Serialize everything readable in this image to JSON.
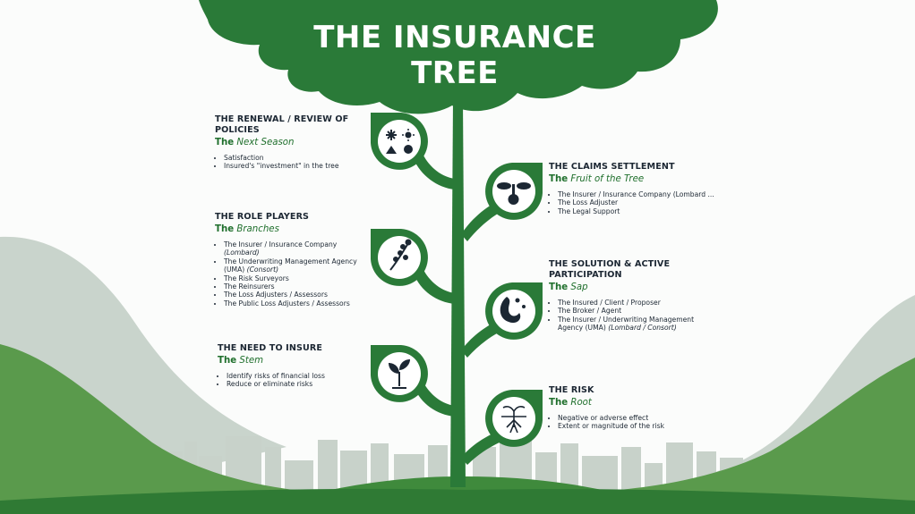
{
  "title": {
    "line1": "THE INSURANCE",
    "line2": "TREE"
  },
  "colors": {
    "tree_green": "#2a7a38",
    "text_dark": "#1c2733",
    "accent_green": "#1f6f2c",
    "hill_light": "#c9d4cc",
    "ground_green": "#5a9a4c"
  },
  "sections": {
    "renewal": {
      "heading": "THE RENEWAL / REVIEW OF POLICIES",
      "sub_prefix": "The",
      "sub_italic": "Next Season",
      "icon": "seasons-icon",
      "items": [
        "Satisfaction",
        "Insured's \"investment\" in the tree"
      ]
    },
    "claims": {
      "heading": "THE CLAIMS SETTLEMENT",
      "sub_prefix": "The",
      "sub_italic": "Fruit of the Tree",
      "icon": "fruit-tree-icon",
      "items": [
        "The Insurer / Insurance Company (Lombard ...",
        "The Loss Adjuster",
        "The Legal Support"
      ]
    },
    "role_players": {
      "heading": "THE ROLE PLAYERS",
      "sub_prefix": "The",
      "sub_italic": "Branches",
      "icon": "branch-icon",
      "items": [
        {
          "text": "The Insurer / Insurance Company",
          "italic": "(Lombard)"
        },
        {
          "text": "The Underwriting Management Agency (UMA)",
          "italic": "(Consort)"
        },
        {
          "text": "The Risk Surveyors",
          "italic": ""
        },
        {
          "text": "The Reinsurers",
          "italic": ""
        },
        {
          "text": "The Loss Adjusters / Assessors",
          "italic": ""
        },
        {
          "text": "The Public Loss Adjusters / Assessors",
          "italic": ""
        }
      ]
    },
    "solution": {
      "heading": "THE SOLUTION & ACTIVE PARTICIPATION",
      "sub_prefix": "The",
      "sub_italic": "Sap",
      "icon": "sap-drop-icon",
      "items": [
        {
          "text": "The Insured / Client / Proposer",
          "italic": ""
        },
        {
          "text": "The Broker / Agent",
          "italic": ""
        },
        {
          "text": "The Insurer / Underwriting Management Agency (UMA)",
          "italic": "(Lombard / Consort)"
        }
      ]
    },
    "need": {
      "heading": "THE NEED TO INSURE",
      "sub_prefix": "The",
      "sub_italic": "Stem",
      "icon": "sprout-icon",
      "items": [
        "Identify risks of financial loss",
        "Reduce or eliminate risks"
      ]
    },
    "risk": {
      "heading": "THE RISK",
      "sub_prefix": "The",
      "sub_italic": "Root",
      "icon": "root-icon",
      "items": [
        "Negative or adverse effect",
        "Extent or magnitude of the risk"
      ]
    }
  }
}
